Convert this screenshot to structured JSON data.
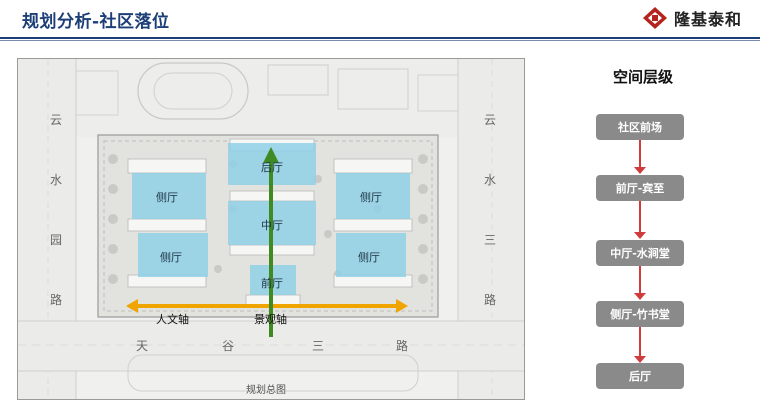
{
  "header": {
    "title": "规划分析-社区落位",
    "brand": "隆基泰和"
  },
  "plan": {
    "roads": {
      "west": [
        "云",
        "水",
        "园",
        "路"
      ],
      "east": [
        "云",
        "水",
        "三",
        "路"
      ],
      "south": [
        "天",
        "谷",
        "三",
        "路"
      ]
    },
    "zones": {
      "hou": "后厅",
      "ce_nw": "侧厅",
      "ce_ne": "侧厅",
      "zhong": "中厅",
      "ce_sw": "侧厅",
      "ce_se": "侧厅",
      "qian": "前厅"
    },
    "axes": {
      "humanities": "人文轴",
      "landscape": "景观轴"
    },
    "caption": "规划总图"
  },
  "hierarchy": {
    "title": "空间层级",
    "levels": [
      "社区前场",
      "前厅-宾至",
      "中厅-水涧堂",
      "侧厅-竹书堂",
      "后厅"
    ]
  },
  "colors": {
    "title": "#1d3f78",
    "box": "#8a8a8a",
    "arrow": "#d23b3b",
    "zone": "#8fd0e6",
    "axis_v": "#3f8a22",
    "axis_h": "#f0a400",
    "logo_red": "#b5241c"
  }
}
